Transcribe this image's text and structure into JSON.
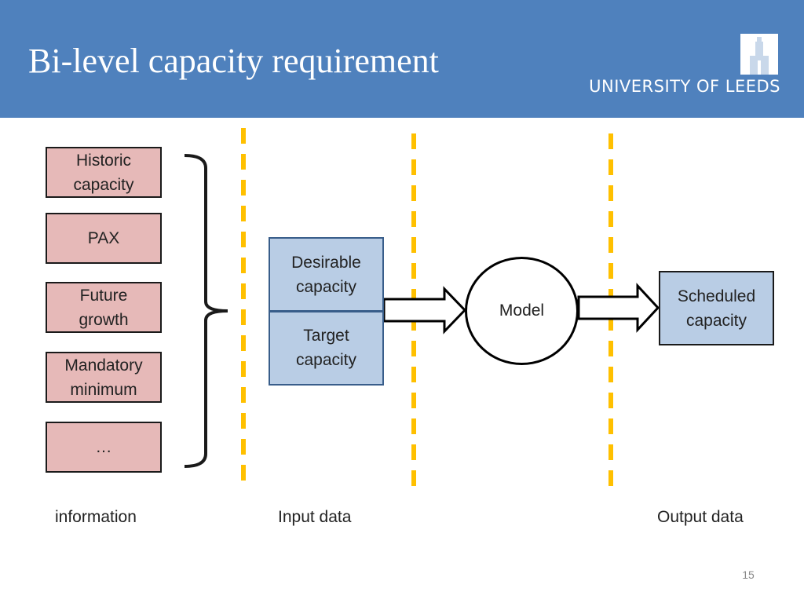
{
  "slide": {
    "title": "Bi-level capacity requirement",
    "logo_text": "UNIVERSITY OF LEEDS",
    "page_number": "15"
  },
  "info_boxes": [
    {
      "text": "Historic\ncapacity"
    },
    {
      "text": "PAX"
    },
    {
      "text": "Future\ngrowth"
    },
    {
      "text": "Mandatory\nminimum"
    },
    {
      "text": "…"
    }
  ],
  "input_boxes": {
    "desirable": "Desirable\ncapacity",
    "target": "Target\ncapacity"
  },
  "model_label": "Model",
  "output_box": "Scheduled\ncapacity",
  "column_labels": {
    "information": "information",
    "input": "Input data",
    "output": "Output data"
  },
  "colors": {
    "header": "#4f81bd",
    "info_box": "#e6b9b8",
    "input_box": "#b9cde5",
    "divider": "#ffc000"
  }
}
